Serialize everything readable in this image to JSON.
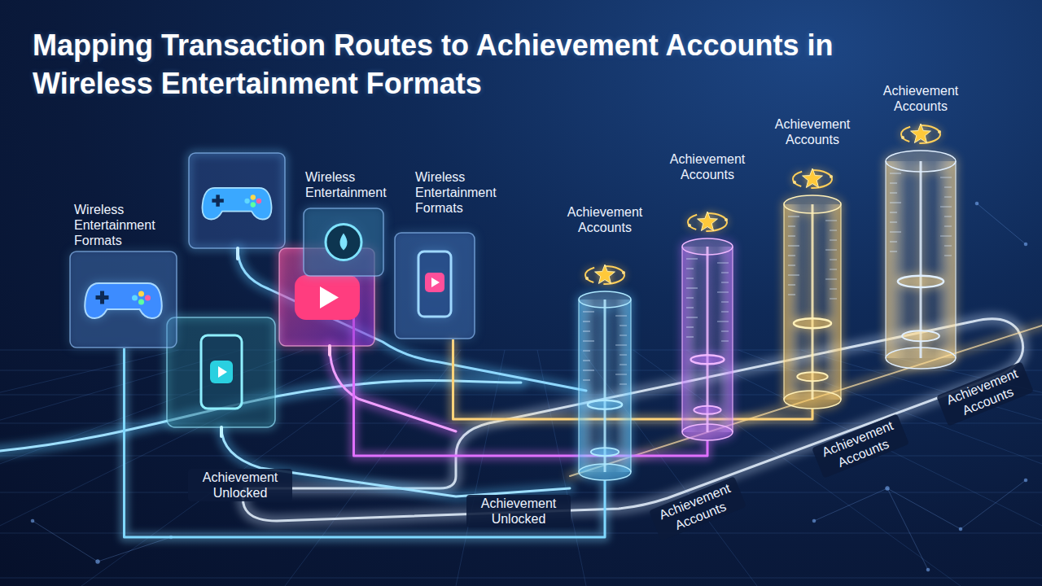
{
  "diagram": {
    "title": "Mapping Transaction Routes to Achievement Accounts in Wireless Entertainment Formats",
    "nodes": [
      {
        "text": [
          "Wireless Entertainment Formats"
        ]
      },
      {
        "text": [
          "Wireless Entertainment"
        ]
      },
      {
        "text": [
          "Wireless Entertainment Formats"
        ]
      },
      {
        "text": [
          "Achievement Accounts"
        ]
      },
      {
        "text": [
          "Achievement Accounts"
        ]
      },
      {
        "text": [
          "Achievement Accounts"
        ]
      },
      {
        "text": [
          "Achievement Accounts"
        ]
      }
    ],
    "edges": [
      {
        "from": 0,
        "to": 3,
        "arrow": "none"
      },
      {
        "from": 1,
        "to": 4,
        "arrow": "none"
      },
      {
        "from": 2,
        "to": 5,
        "arrow": "none"
      }
    ],
    "labels": [
      "Achievement Unlocked",
      "Achievement Unlocked",
      "Achievement Accounts",
      "Achievement Accounts",
      "Achievement Accounts"
    ]
  }
}
